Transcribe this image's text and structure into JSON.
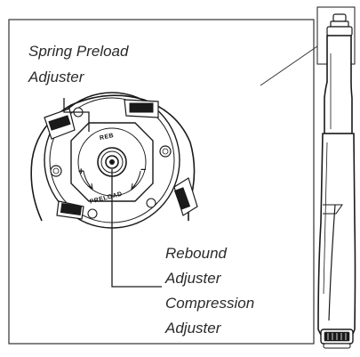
{
  "labels": {
    "spring_preload_line1": "Spring Preload",
    "spring_preload_line2": "Adjuster",
    "rebound_line1": "Rebound",
    "rebound_line2": "Adjuster",
    "compression_line1": "Compression",
    "compression_line2": "Adjuster"
  },
  "knob_markings": {
    "reb": "REB",
    "preload": "PRELOAD",
    "plus": "+",
    "minus": "−"
  },
  "colors": {
    "line": "#1a1a1a",
    "label_text": "#2a2a2a",
    "background": "#ffffff"
  }
}
